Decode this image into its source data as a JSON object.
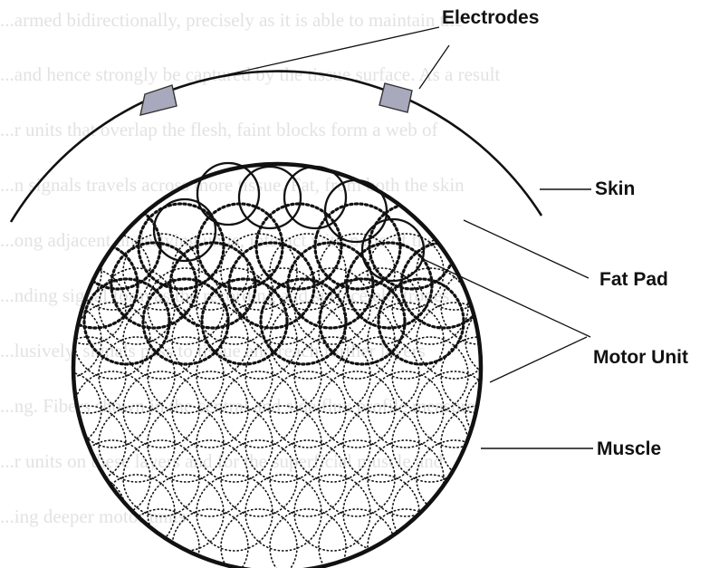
{
  "labels": {
    "electrodes": "Electrodes",
    "skin": "Skin",
    "fat_pad": "Fat Pad",
    "motor_unit": "Motor Unit",
    "muscle": "Muscle"
  },
  "background_text": [
    "...armed bidirectionally, precisely as it is able to maintain the",
    "...and hence strongly be captured by the tissue surface. As a result",
    "...r units that overlap the flesh, faint blocks form a web of",
    "...n signals travels across more tissue. Fat, from both the skin",
    "...ong adjacent underlying units, interact with parts of the",
    "...nding signal form as the recording and surface electrodes",
    "...lusively, signals pass to tissue and reach further layers",
    "...ng. Fibers shown in the central and side flux profile measure",
    "...r units on these layers and for the superficial muscle and",
    "...ing deeper motor units"
  ],
  "colors": {
    "stroke": "#111111",
    "electrode_fill": "#a9a9bd",
    "background_text": "#9a9aa6"
  }
}
